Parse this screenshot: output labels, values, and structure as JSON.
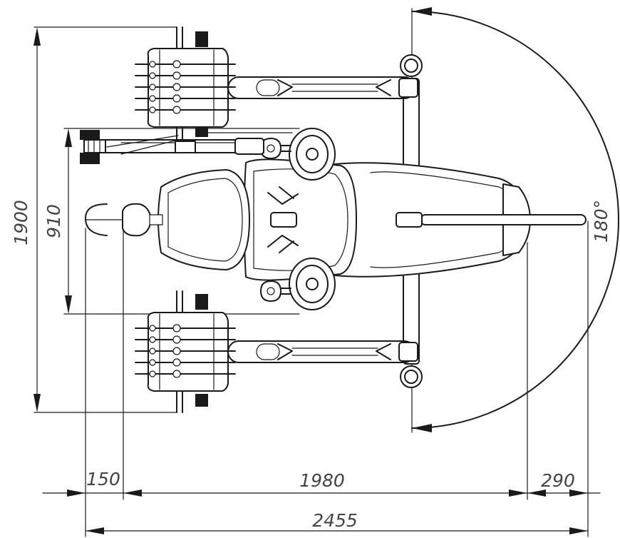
{
  "dimensions": {
    "height_total": "1900",
    "height_inner": "910",
    "offset_left": "150",
    "length_main": "1980",
    "offset_right": "290",
    "length_total": "2455",
    "rotation_angle": "180°"
  },
  "colors": {
    "line": "#1a1a1a",
    "text": "#444444",
    "background": "#ffffff"
  }
}
